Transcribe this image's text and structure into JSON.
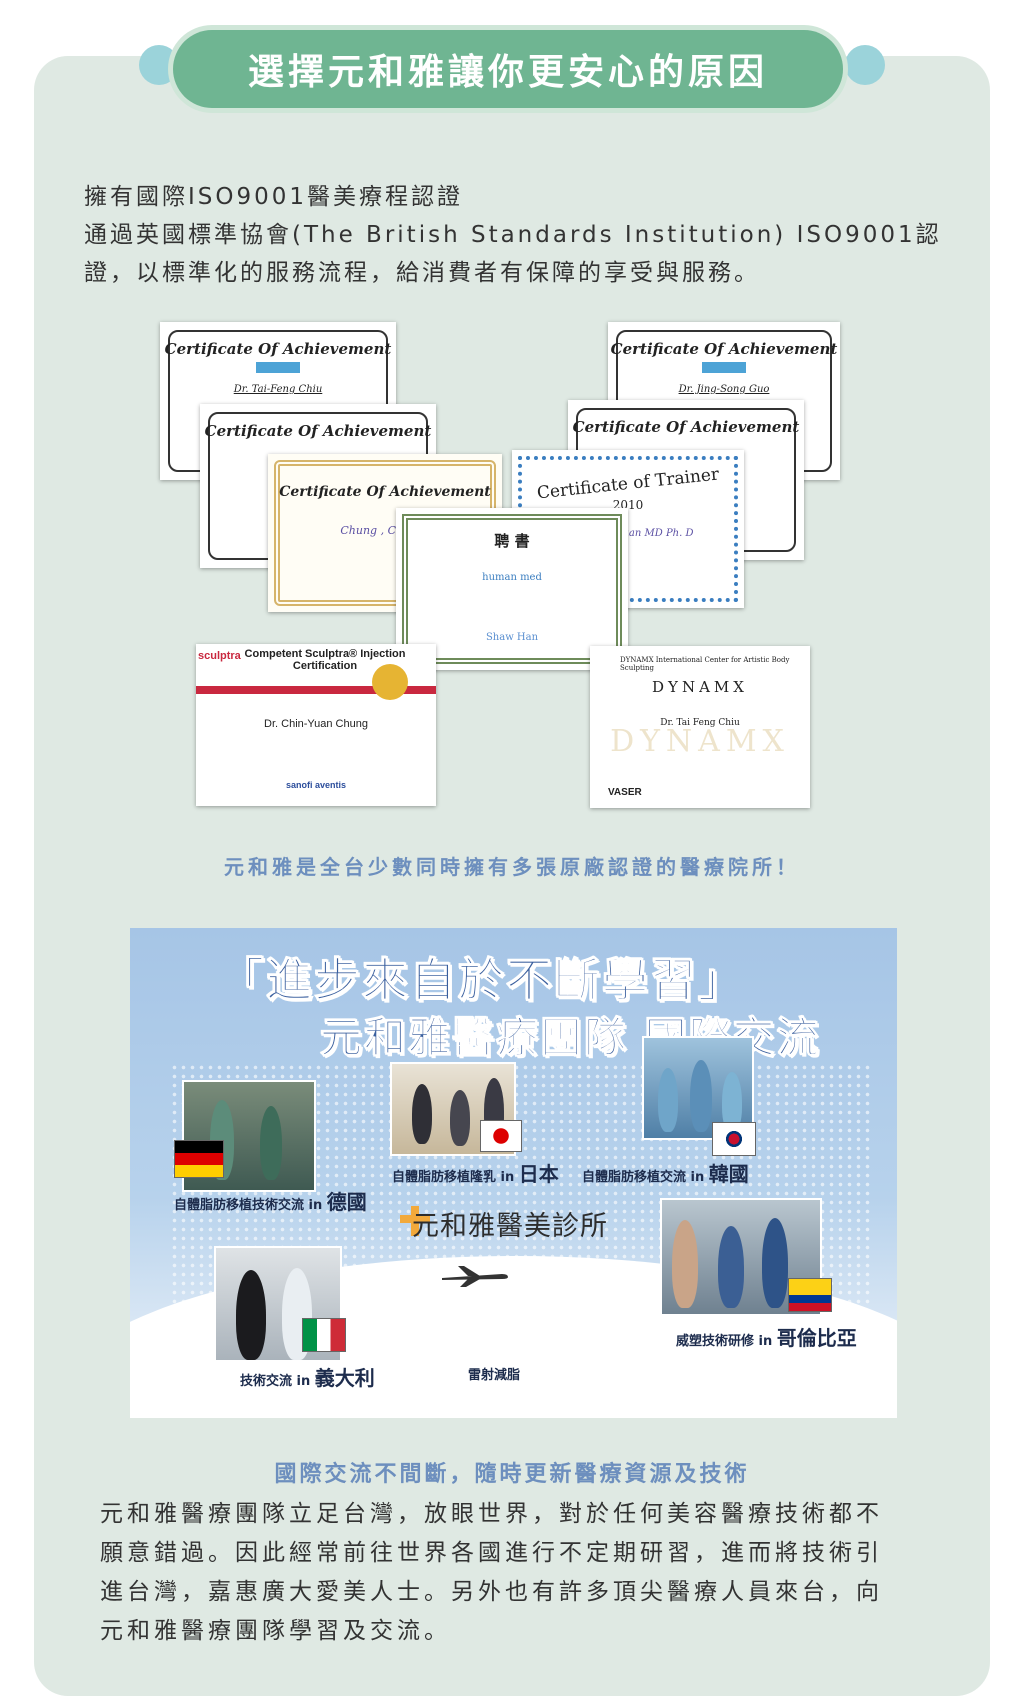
{
  "header": {
    "title": "選擇元和雅讓你更安心的原因"
  },
  "intro": {
    "line1": "擁有國際ISO9001醫美療程認證",
    "line2": "通過英國標準協會(The British Standards Institution) ISO9001認",
    "line3": "證，以標準化的服務流程，給消費者有保障的享受與服務。"
  },
  "certificates": {
    "c1": {
      "title": "Certificate Of Achievement",
      "name": "Dr. Tai-Feng Chiu"
    },
    "c2": {
      "title": "Certificate Of Achievement",
      "name": "Dr. Jing-Song Guo"
    },
    "c3": {
      "title": "Certificate Of Achievement"
    },
    "c4": {
      "title": "Certificate Of Achievement"
    },
    "c5": {
      "title": "Certificate Of Achievement",
      "name": "Chung , Chin-Yu"
    },
    "c6": {
      "title": "Certificate of Trainer",
      "year": "2010",
      "name": "uan MD Ph. D"
    },
    "c7": {
      "title": "聘  書",
      "sign": "Shaw Han",
      "brand": "human med"
    },
    "c8": {
      "tag": "sculptra",
      "head": "Competent Sculptra® Injection Certification",
      "name": "Dr. Chin-Yuan Chung",
      "brand": "sanofi aventis"
    },
    "c9": {
      "head": "DYNAMX  International Center for Artistic Body Sculpting",
      "logo": "DYNAMX",
      "name": "Dr. Tai Feng Chiu",
      "brand": "VASER"
    }
  },
  "caption1": "元和雅是全台少數同時擁有多張原廠認證的醫療院所！",
  "banner": {
    "title1": "「進步來自於不斷學習」",
    "title2": "元和雅醫療團隊 國際交流",
    "clinic": "元和雅醫美診所",
    "germany": {
      "pre": "自體脂肪移植技術交流",
      "in": "in",
      "country": "德國"
    },
    "japan": {
      "pre": "自體脂肪移植隆乳",
      "in": "in",
      "country": "日本"
    },
    "korea": {
      "pre": "自體脂肪移植交流",
      "in": "in",
      "country": "韓國"
    },
    "italy": {
      "pre": "技術交流",
      "in": "in",
      "country": "義大利"
    },
    "laser": "雷射減脂",
    "colombia": {
      "pre": "威塑技術研修",
      "in": "in",
      "country": "哥倫比亞"
    }
  },
  "subheading": "國際交流不間斷，隨時更新醫療資源及技術",
  "body": {
    "line1": "元和雅醫療團隊立足台灣，放眼世界，對於任何美容醫療技術都不",
    "line2": "願意錯過。因此經常前往世界各國進行不定期研習，進而將技術引",
    "line3": "進台灣，嘉惠廣大愛美人士。另外也有許多頂尖醫療人員來台，向",
    "line4": "元和雅醫療團隊學習及交流。"
  },
  "colors": {
    "panel": "#dfe9e3",
    "title_pill": "#6fb592",
    "accent_blue": "#6d8fbe",
    "dot": "#9bd3da"
  }
}
